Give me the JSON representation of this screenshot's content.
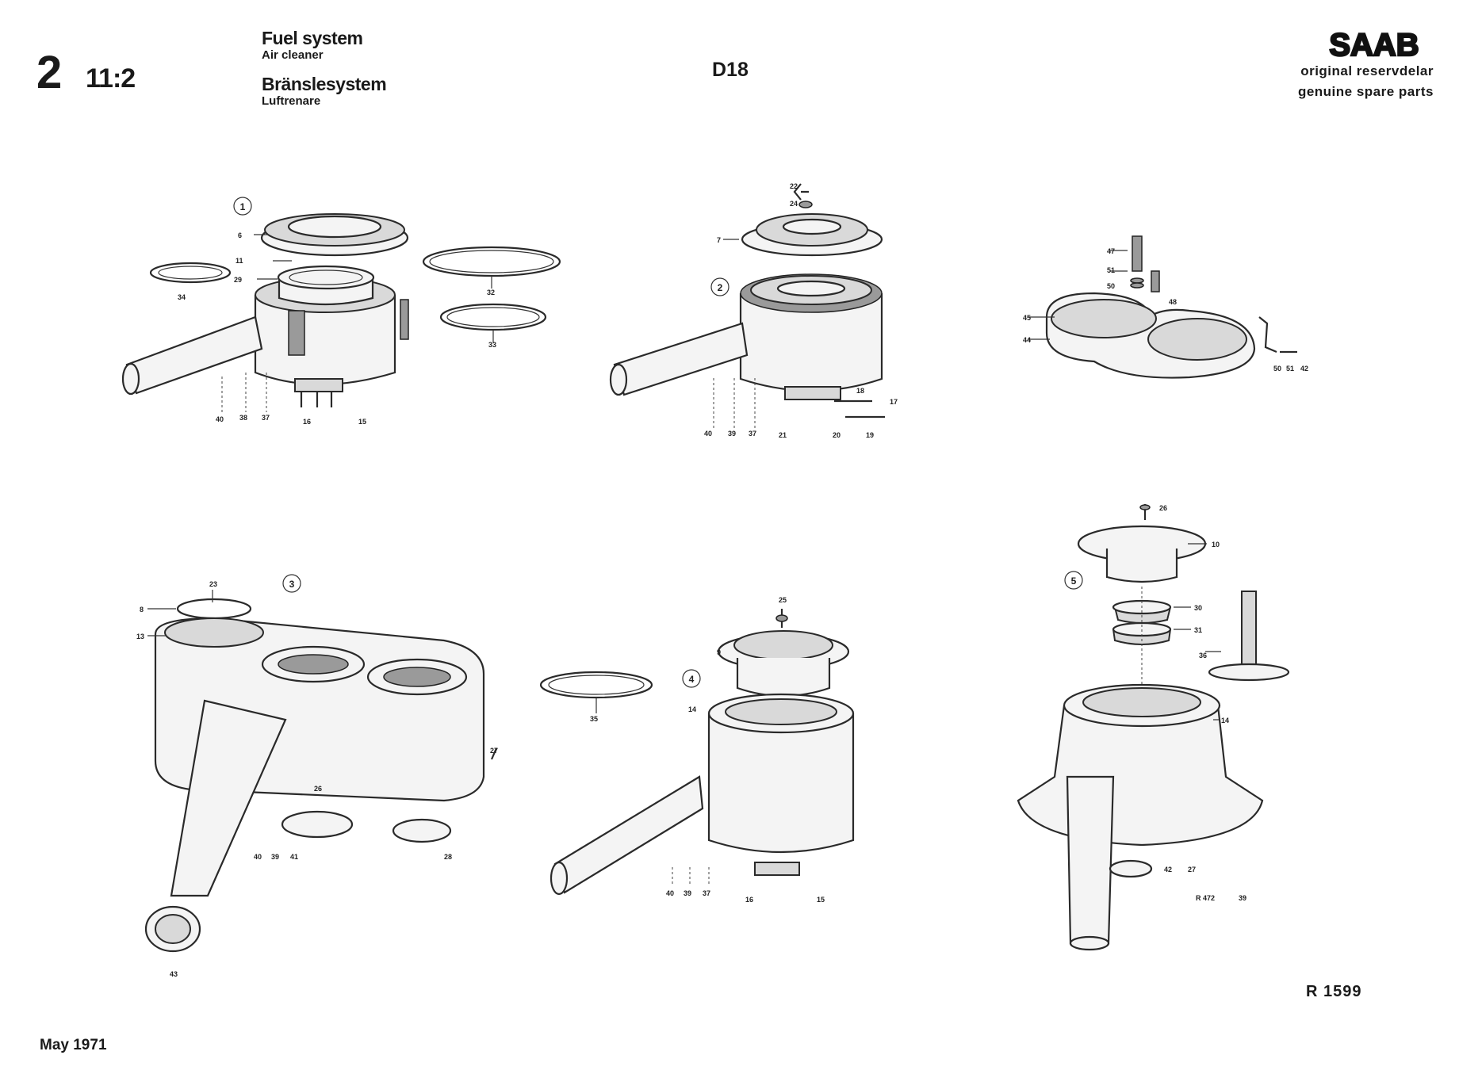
{
  "header": {
    "section": "2",
    "subsection": "11:2",
    "title_en": "Fuel system",
    "subtitle_en": "Air cleaner",
    "title_sv": "Bränslesystem",
    "subtitle_sv": "Luftrenare",
    "model": "D18",
    "brand": "SAAB",
    "tagline_sv": "original reservdelar",
    "tagline_en": "genuine spare parts"
  },
  "footer": {
    "reference": "R 1599",
    "date": "May 1971"
  },
  "callouts": {
    "variant_1": "1",
    "variant_2": "2",
    "variant_3": "3",
    "variant_4": "4",
    "variant_5": "5"
  },
  "part_numbers": {
    "d1": [
      "6",
      "11",
      "29",
      "34",
      "32",
      "33",
      "40",
      "38",
      "37",
      "16",
      "15"
    ],
    "d2": [
      "22",
      "24",
      "7",
      "40",
      "39",
      "37",
      "21",
      "18",
      "17",
      "20",
      "19"
    ],
    "d3": [
      "47",
      "51",
      "50",
      "48",
      "45",
      "44",
      "50",
      "51",
      "42"
    ],
    "d4": [
      "23",
      "8",
      "13",
      "26",
      "27",
      "40",
      "39",
      "41",
      "28",
      "43"
    ],
    "d5": [
      "25",
      "9",
      "14",
      "35",
      "40",
      "39",
      "37",
      "16",
      "15"
    ],
    "d6": [
      "26",
      "10",
      "30",
      "31",
      "36",
      "14",
      "42",
      "27",
      "39",
      "R 472"
    ]
  }
}
